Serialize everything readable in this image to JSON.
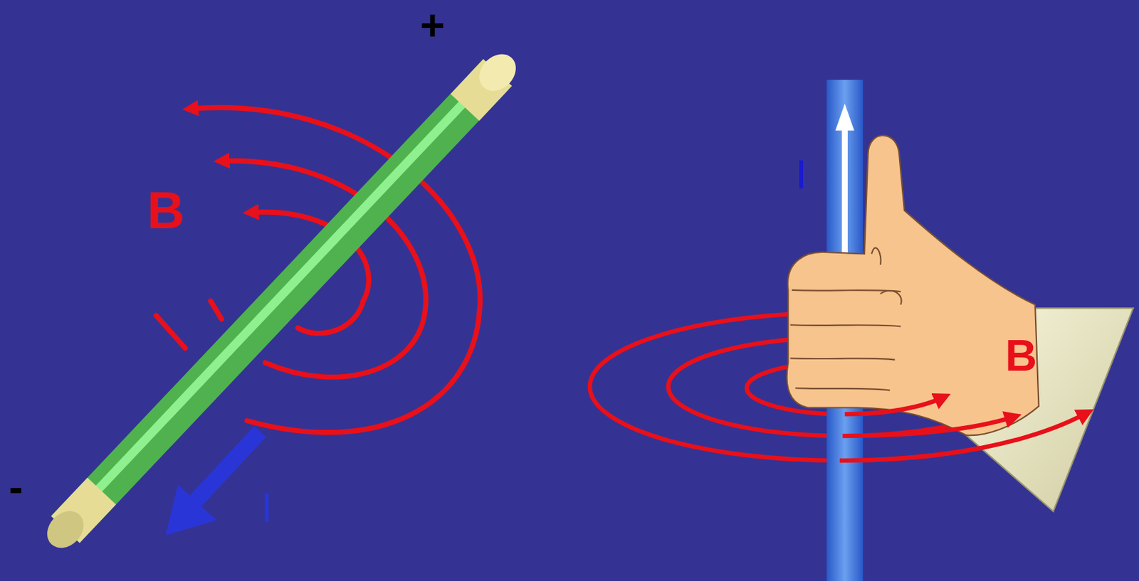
{
  "diagram": {
    "labels": [
      "+",
      "B",
      "-",
      "I",
      "I",
      "B"
    ]
  }
}
